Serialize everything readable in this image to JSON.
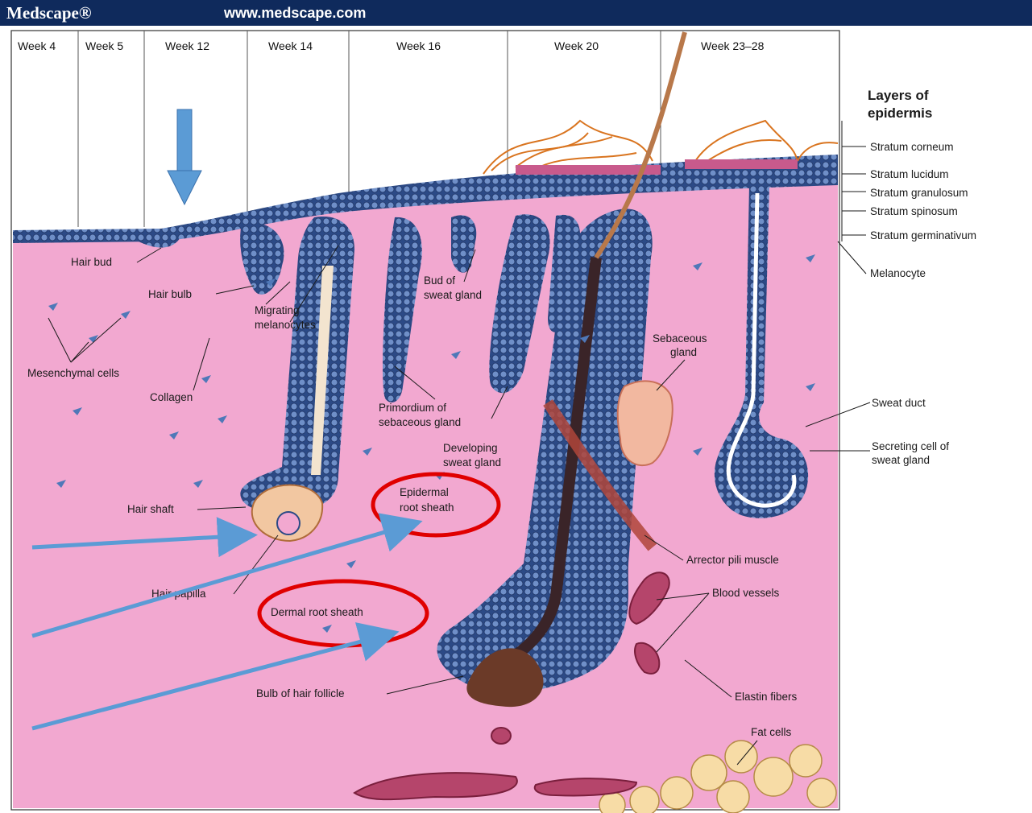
{
  "banner": {
    "logo": "Medscape®",
    "url": "www.medscape.com"
  },
  "weeks": [
    "Week 4",
    "Week 5",
    "Week 12",
    "Week 14",
    "Week 16",
    "Week 20",
    "Week 23–28"
  ],
  "layers_title": [
    "Layers of",
    "epidermis"
  ],
  "layers": [
    "Stratum corneum",
    "Stratum lucidum",
    "Stratum granulosum",
    "Stratum spinosum",
    "Stratum germinativum"
  ],
  "right_labels": {
    "melanocyte": "Melanocyte",
    "sweat_duct": "Sweat duct",
    "secreting_cell": [
      "Secreting cell of",
      "sweat gland"
    ]
  },
  "labels": {
    "hair_bud": "Hair bud",
    "hair_bulb": "Hair bulb",
    "migrating_melanocytes": [
      "Migrating",
      "melanocytes"
    ],
    "bud_sweat_gland": [
      "Bud of",
      "sweat gland"
    ],
    "sebaceous_gland": [
      "Sebaceous",
      "gland"
    ],
    "mesenchymal_cells": "Mesenchymal cells",
    "collagen": "Collagen",
    "primordium": [
      "Primordium of",
      "sebaceous gland"
    ],
    "developing_sweat_gland": [
      "Developing",
      "sweat gland"
    ],
    "epidermal_root_sheath": [
      "Epidermal",
      "root sheath"
    ],
    "hair_shaft": "Hair shaft",
    "arrector_pili": "Arrector pili muscle",
    "hair_papilla": "Hair papilla",
    "blood_vessels": "Blood vessels",
    "dermal_root_sheath": "Dermal root sheath",
    "bulb_hair_follicle": "Bulb of hair follicle",
    "elastin_fibers": "Elastin fibers",
    "fat_cells": "Fat cells"
  },
  "colors": {
    "dermis": "#f2a8d0",
    "epidermis_cells": "#3f5f9e",
    "circle_annotation": "#e00000",
    "arrow_annotation": "#5b9bd5",
    "banner": "#0f2a5c"
  }
}
